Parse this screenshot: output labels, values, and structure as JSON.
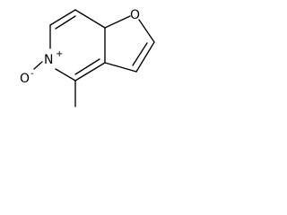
{
  "molecule": {
    "atoms": {
      "furan_oxygen": "O",
      "pyridine_nitrogen": "N",
      "nitrogen_charge": "+",
      "n_oxide_oxygen": "O",
      "n_oxide_oxygen_charge": "-"
    }
  },
  "colors": {
    "line": "#000000",
    "background": "#ffffff"
  }
}
